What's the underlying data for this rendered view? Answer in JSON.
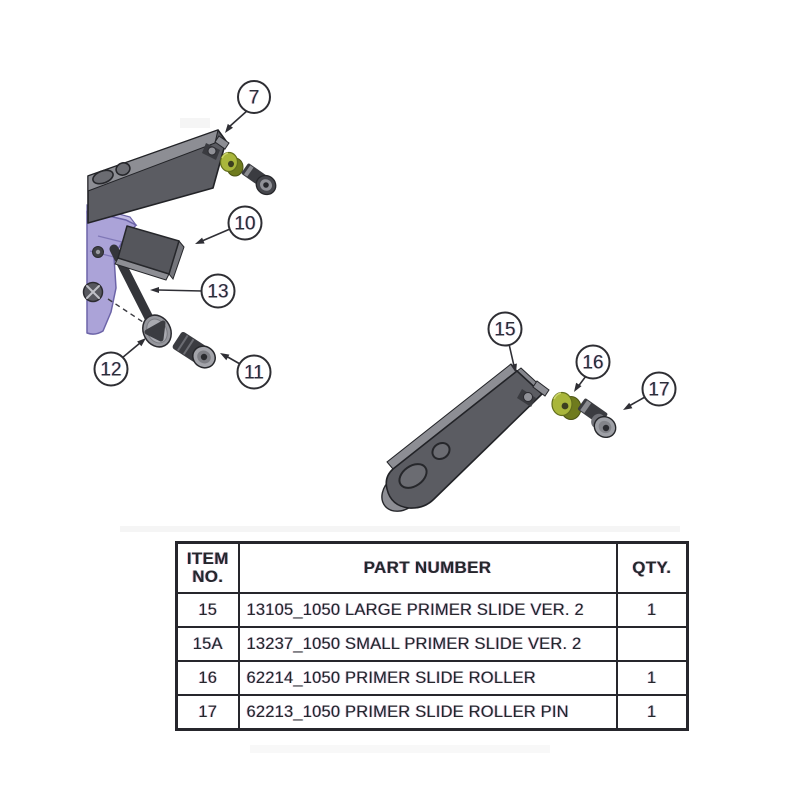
{
  "document": {
    "background": "#ffffff"
  },
  "diagram": {
    "balloons": [
      {
        "label": "7"
      },
      {
        "label": "10"
      },
      {
        "label": "13"
      },
      {
        "label": "12"
      },
      {
        "label": "11"
      },
      {
        "label": "15"
      },
      {
        "label": "16"
      },
      {
        "label": "17"
      }
    ],
    "colors": {
      "metal_dark": "#55565c",
      "metal_light": "#8d8e94",
      "roller_green": "#a9b63b",
      "bracket_purple": "#aba3d8",
      "outline": "#26272b"
    }
  },
  "parts_table": {
    "headers": {
      "item": "ITEM NO.",
      "part": "PART NUMBER",
      "qty": "QTY."
    },
    "rows": [
      {
        "item": "15",
        "part": "13105_1050 LARGE PRIMER SLIDE VER. 2",
        "qty": "1"
      },
      {
        "item": "15A",
        "part": "13237_1050 SMALL PRIMER SLIDE VER. 2",
        "qty": ""
      },
      {
        "item": "16",
        "part": "62214_1050 PRIMER SLIDE ROLLER",
        "qty": "1"
      },
      {
        "item": "17",
        "part": "62213_1050 PRIMER SLIDE ROLLER PIN",
        "qty": "1"
      }
    ]
  }
}
